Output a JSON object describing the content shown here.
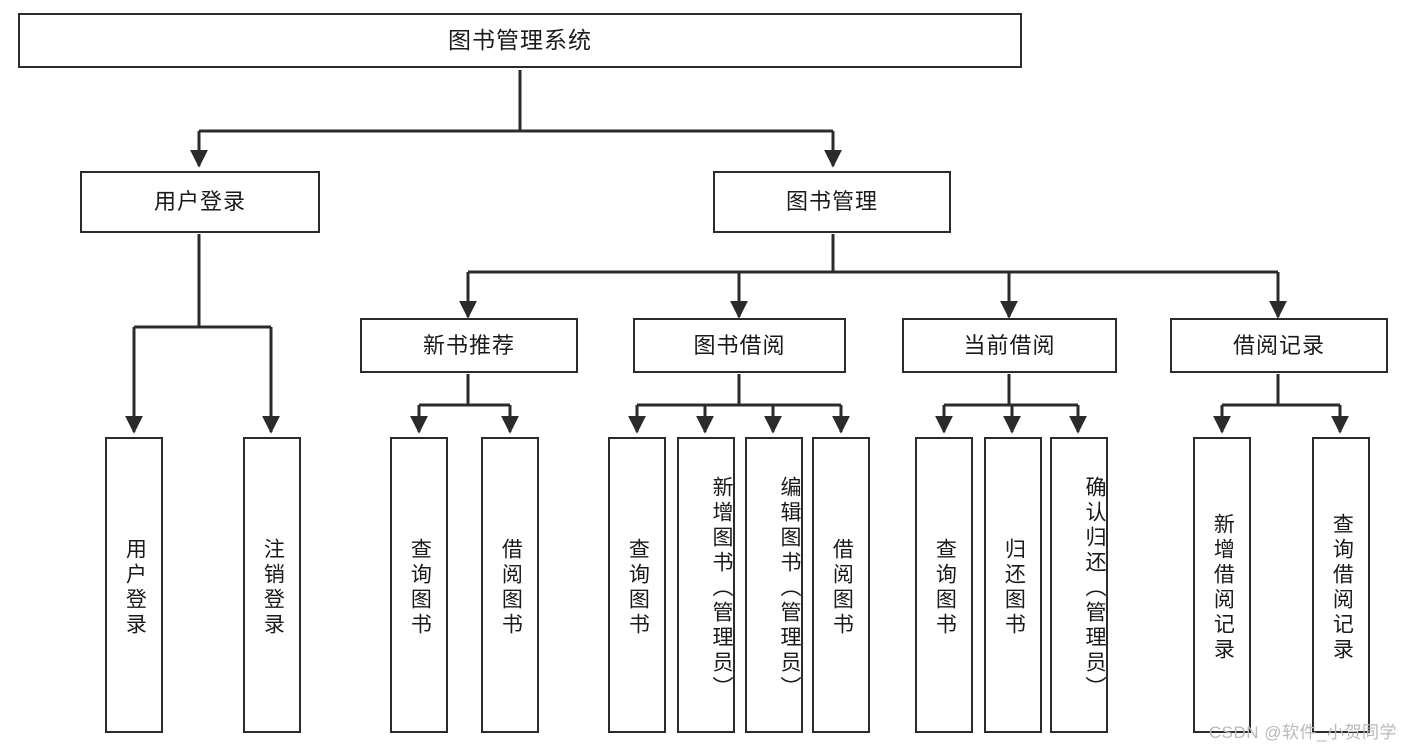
{
  "diagram": {
    "title": "图书管理系统",
    "type": "hierarchy-tree",
    "accent_color": "#2b2b2b",
    "background_color": "#ffffff",
    "root": {
      "label": "图书管理系统"
    },
    "level2": [
      {
        "label": "用户登录"
      },
      {
        "label": "图书管理"
      }
    ],
    "level3": [
      {
        "label": "新书推荐"
      },
      {
        "label": "图书借阅"
      },
      {
        "label": "当前借阅"
      },
      {
        "label": "借阅记录"
      }
    ],
    "leaves": {
      "user_login": [
        {
          "label": "用户登录"
        },
        {
          "label": "注销登录"
        }
      ],
      "new_book_recommend": [
        {
          "label": "查询图书"
        },
        {
          "label": "借阅图书"
        }
      ],
      "book_borrow": [
        {
          "label": "查询图书"
        },
        {
          "label": "新增图书（管理员）"
        },
        {
          "label": "编辑图书（管理员）"
        },
        {
          "label": "借阅图书"
        }
      ],
      "current_borrow": [
        {
          "label": "查询图书"
        },
        {
          "label": "归还图书"
        },
        {
          "label": "确认归还（管理员）"
        }
      ],
      "borrow_records": [
        {
          "label": "新增借阅记录"
        },
        {
          "label": "查询借阅记录"
        }
      ]
    }
  },
  "watermark": {
    "text": "CSDN @软件_小贺同学"
  }
}
